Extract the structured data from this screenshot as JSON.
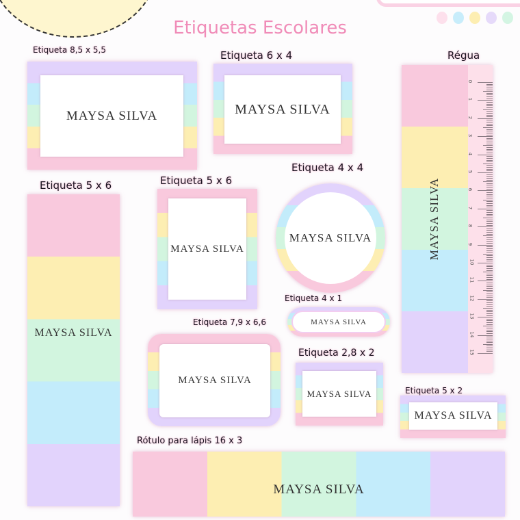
{
  "title": "Etiquetas Escolares",
  "name": "MAYSA SILVA",
  "colors": {
    "pink": "#f9c9dd",
    "yellow": "#fdeeb2",
    "green": "#d2f5df",
    "blue": "#c3ecfb",
    "purple": "#e2d3fc",
    "title": "#f08cb8"
  },
  "labels": {
    "l85x55": "Etiqueta 8,5 x 5,5",
    "l6x4": "Etiqueta 6 x 4",
    "ruler": "Régua",
    "l5x6a": "Etiqueta 5 x 6",
    "l5x6b": "Etiqueta 5 x 6",
    "l4x4": "Etiqueta 4 x 4",
    "l4x1": "Etiqueta 4 x 1",
    "l79x66": "Etiqueta 7,9 x 6,6",
    "l28x2": "Etiqueta 2,8 x 2",
    "l5x2": "Etiqueta 5 x 2",
    "pencil": "Rótulo para lápis 16 x 3"
  },
  "ruler_numbers": [
    "0",
    "1",
    "2",
    "3",
    "4",
    "5",
    "6",
    "7",
    "8",
    "9",
    "10",
    "11",
    "12",
    "13",
    "14",
    "15"
  ]
}
